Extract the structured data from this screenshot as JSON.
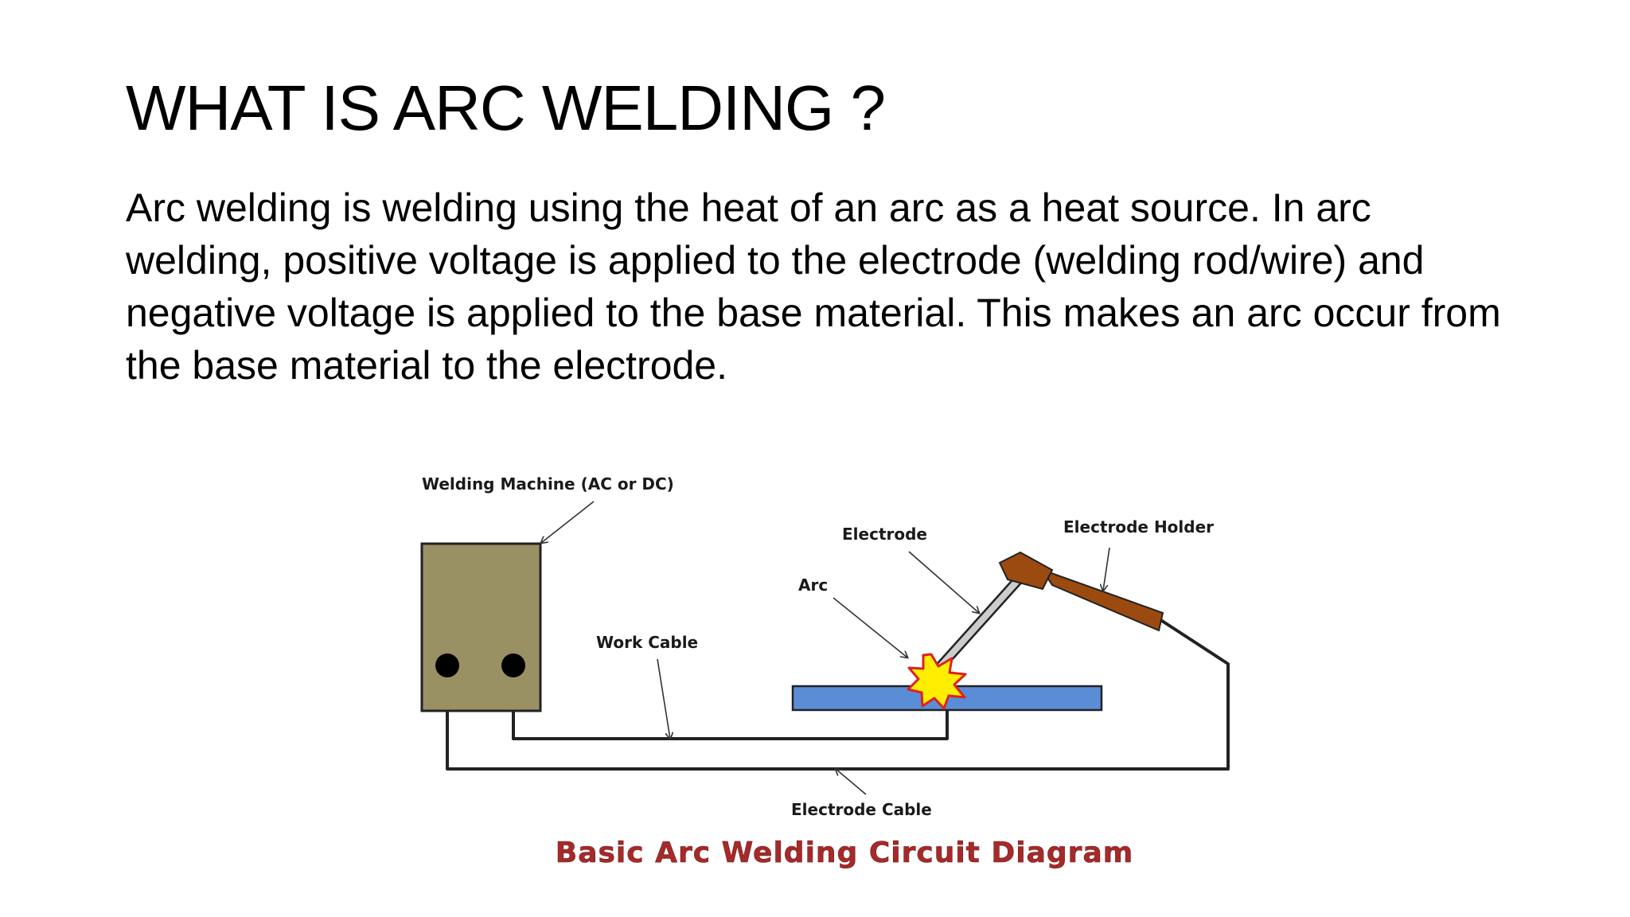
{
  "slide": {
    "title": "WHAT IS ARC WELDING ?",
    "body": "Arc welding is welding using the heat of an arc as a heat source. In arc welding, positive voltage is applied to the electrode (welding rod/wire) and negative voltage is applied to the base material. This makes an arc occur from the base material to the electrode."
  },
  "diagram": {
    "labels": {
      "welding_machine": "Welding Machine (AC or DC)",
      "electrode": "Electrode",
      "electrode_holder": "Electrode Holder",
      "arc": "Arc",
      "work_cable": "Work Cable",
      "electrode_cable": "Electrode Cable"
    },
    "caption": "Basic Arc Welding Circuit Diagram",
    "colors": {
      "machine": "#999064",
      "base_plate": "#5b8dd6",
      "holder": "#9b4a10",
      "electrode_rod": "#cccccc",
      "arc_burst": "#ffee00",
      "arc_outline": "#dd2222",
      "caption": "#a52a2a"
    }
  }
}
